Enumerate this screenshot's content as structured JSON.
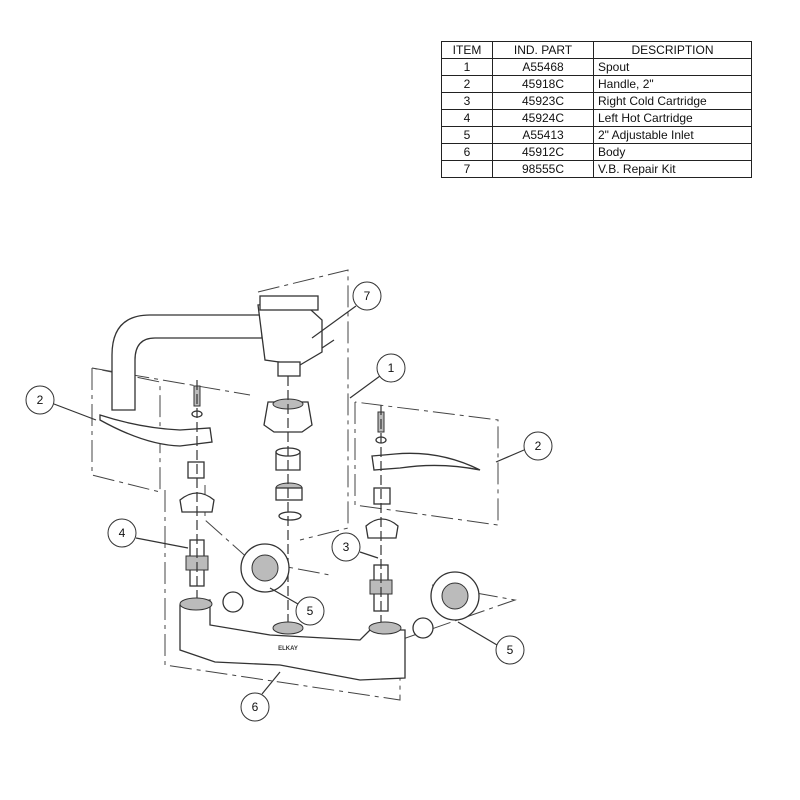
{
  "parts_table": {
    "headers": [
      "ITEM",
      "IND. PART",
      "DESCRIPTION"
    ],
    "rows": [
      {
        "item": "1",
        "part": "A55468",
        "description": "Spout"
      },
      {
        "item": "2",
        "part": "45918C",
        "description": "Handle, 2\""
      },
      {
        "item": "3",
        "part": "45923C",
        "description": "Right Cold Cartridge"
      },
      {
        "item": "4",
        "part": "45924C",
        "description": "Left Hot Cartridge"
      },
      {
        "item": "5",
        "part": "A55413",
        "description": "2\" Adjustable Inlet"
      },
      {
        "item": "6",
        "part": "45912C",
        "description": "Body"
      },
      {
        "item": "7",
        "part": "98555C",
        "description": "V.B. Repair Kit"
      }
    ]
  },
  "callouts": {
    "spout": "1",
    "handle_left": "2",
    "handle_right": "2",
    "right_cartridge": "3",
    "left_cartridge": "4",
    "inlet_left": "5",
    "inlet_right": "5",
    "body": "6",
    "repair_kit": "7"
  },
  "body_logo": "ELKAY"
}
